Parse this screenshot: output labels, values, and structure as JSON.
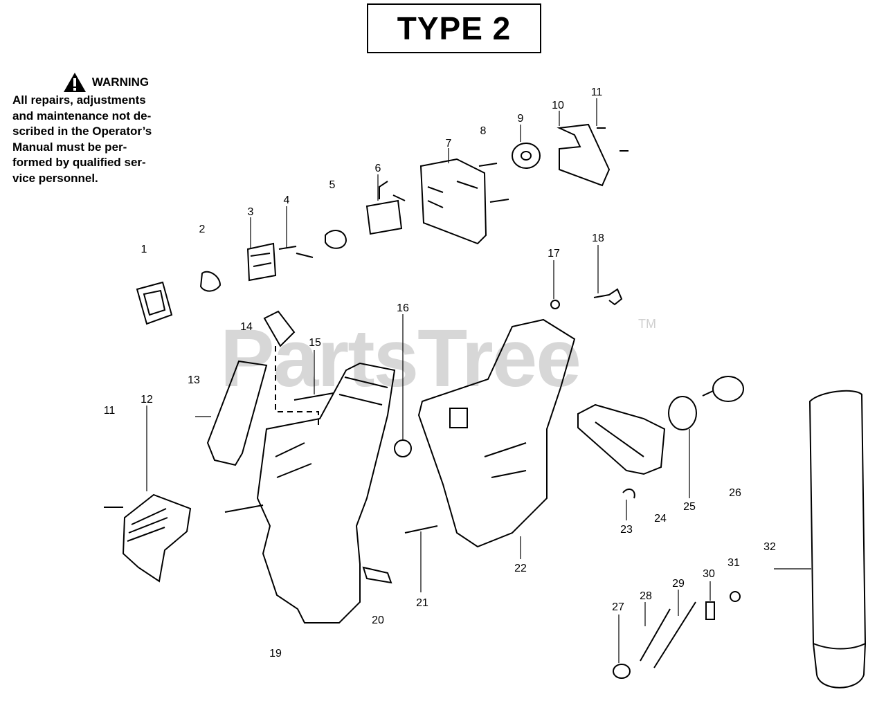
{
  "title": "TYPE 2",
  "warning": {
    "heading": "WARNING",
    "lines": [
      "All repairs, adjustments",
      "and maintenance not de-",
      "scribed in the Operator’s",
      "Manual must be per-",
      "formed by qualified ser-",
      "vice personnel."
    ]
  },
  "watermark": {
    "text": "PartsTree",
    "tm": "TM"
  },
  "icons": [
    "warning-triangle-icon"
  ],
  "callouts": [
    "1",
    "2",
    "3",
    "4",
    "5",
    "6",
    "7",
    "8",
    "9",
    "10",
    "11",
    "11",
    "12",
    "13",
    "14",
    "15",
    "16",
    "17",
    "18",
    "19",
    "20",
    "21",
    "22",
    "23",
    "24",
    "25",
    "26",
    "27",
    "28",
    "29",
    "30",
    "31",
    "32"
  ]
}
